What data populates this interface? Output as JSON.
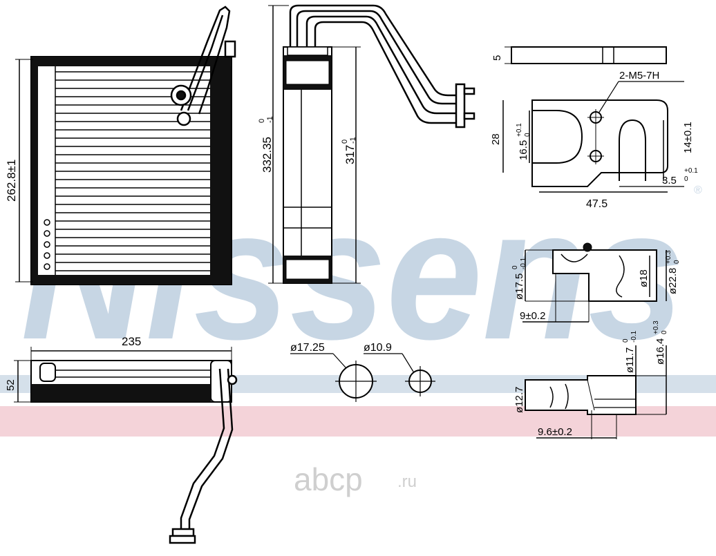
{
  "watermark": {
    "brand": "Nissens",
    "registered_mark": "®",
    "site": "аbcp",
    "site_tld": ".ru",
    "colors": {
      "brand": "#c7d6e4",
      "pink_band": "#f4d3d9",
      "blue_band": "#d5e0ea",
      "site": "#cfcfcf"
    }
  },
  "front_view": {
    "height": "262.8±1"
  },
  "side_view": {
    "overall_height": "332.35",
    "overall_tol_upper": "0",
    "overall_tol_lower": "-1",
    "core_height": "317",
    "core_tol_upper": "0",
    "core_tol_lower": "-1"
  },
  "flange_detail": {
    "thickness": "5",
    "threads": "2-M5-7H",
    "height": "28",
    "hole_spacing": "16.5",
    "hole_spacing_tol_upper": "+0.1",
    "hole_spacing_tol_lower": "0",
    "slot_width": "14±0.1",
    "slot_offset": "3.5",
    "slot_offset_tol_upper": "+0.1",
    "slot_offset_tol_lower": "0",
    "width": "47.5"
  },
  "large_port": {
    "bore": "ø17.5",
    "bore_tol_upper": "0",
    "bore_tol_lower": "-0.1",
    "inner": "ø18",
    "outer": "ø22.8",
    "outer_tol_upper": "+0.3",
    "outer_tol_lower": "0",
    "depth": "9±0.2"
  },
  "small_port": {
    "bore": "ø11.7",
    "bore_tol_upper": "0",
    "bore_tol_lower": "-0.1",
    "outer": "ø16.4",
    "outer_tol_upper": "+0.3",
    "outer_tol_lower": "0",
    "inner": "ø12.7",
    "depth": "9.6±0.2"
  },
  "top_view": {
    "width": "235",
    "depth": "52"
  },
  "pipe_circles": {
    "large": "ø17.25",
    "small": "ø10.9"
  }
}
